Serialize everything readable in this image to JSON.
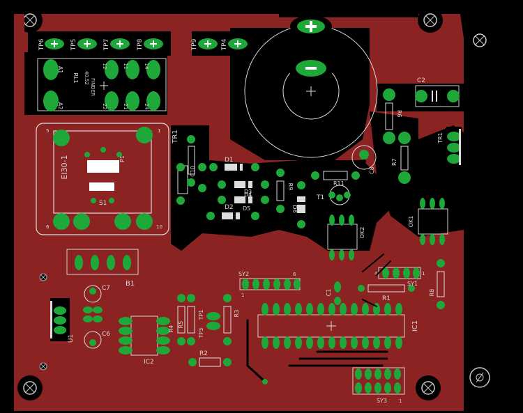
{
  "board": {
    "colors": {
      "background": "#000000",
      "copper": "#8b2323",
      "pad": "#1fa83a",
      "silkscreen": "#d8d8d8",
      "trace_dark": "#5a1010"
    },
    "labels": {
      "tp6": "TP6",
      "tp5": "TP5",
      "tp7": "TP7",
      "tp8": "TP8",
      "tp9": "TP9",
      "tp4": "TP4",
      "rl1": "RL1",
      "finder": "FINDER",
      "relay_model": "40.52",
      "a1": "A1",
      "a2": "A2",
      "p12": "12",
      "p11": "11",
      "p14": "14",
      "p22": "22",
      "p21": "21",
      "p24": "24",
      "c2": "C2",
      "r6": "R6",
      "tr1_right": "TR1",
      "r7": "R7",
      "c8": "C8",
      "tr1_left": "TR1",
      "c10": "C10",
      "ei30": "EI30-1",
      "p1": "P1",
      "s1": "S1",
      "t5": "5",
      "t1": "1",
      "t6": "6",
      "t10": "10",
      "d1": "D1",
      "d2": "D2",
      "d3": "D3",
      "d4": "D4",
      "d5": "D5",
      "d6": "D6",
      "r9": "R9",
      "r11": "R11",
      "t1_transistor": "T1",
      "ok2": "OK2",
      "ok1": "OK1",
      "b1": "B1",
      "c7": "C7",
      "c6": "C6",
      "u1": "U1",
      "ic2": "IC2",
      "r4": "R4",
      "r5": "R5",
      "tp3": "TP3",
      "tp1": "TP1",
      "r3": "R3",
      "r2": "R2",
      "sy2": "SY2",
      "sy2_1": "1",
      "sy2_6": "6",
      "c1": "C1",
      "r1": "R1",
      "sy1": "SY1",
      "sy1_4": "4",
      "sy1_1": "1",
      "r8": "R8",
      "ic1": "IC1",
      "sy3": "SY3",
      "sy3_1": "1"
    }
  }
}
